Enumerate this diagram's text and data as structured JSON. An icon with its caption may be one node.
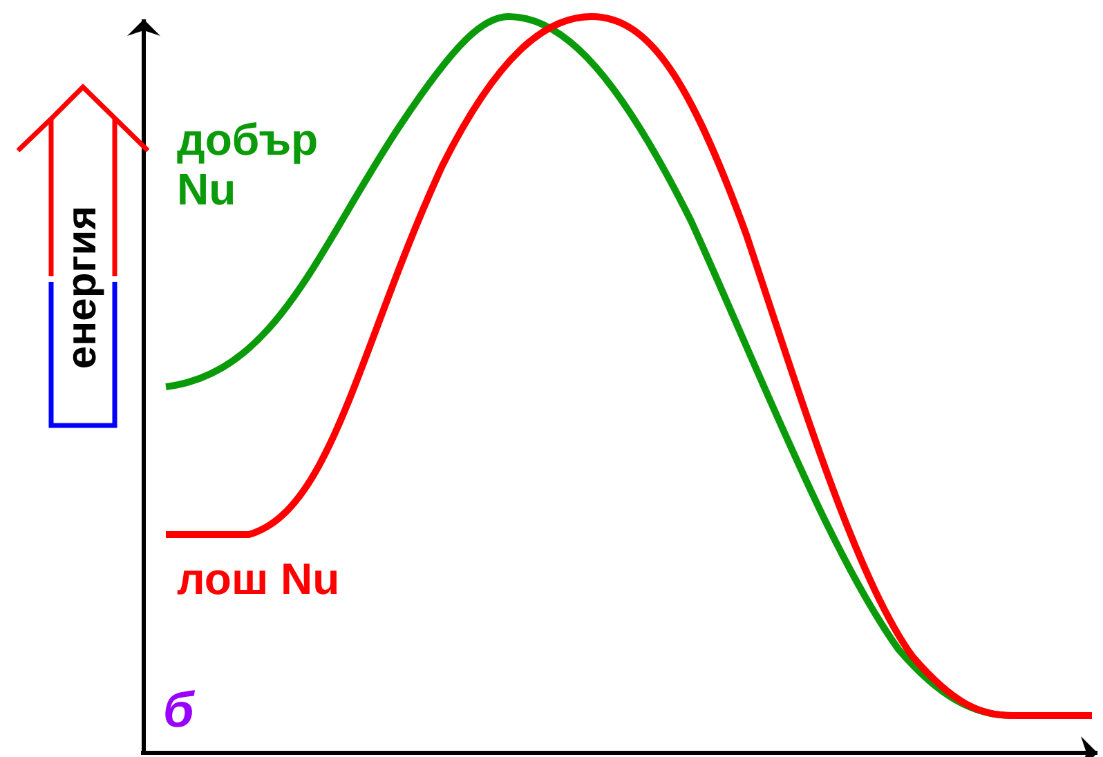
{
  "diagram": {
    "nodes": [
      {
        "text": [
          "енергия"
        ]
      }
    ],
    "labels": [
      "добър Nu",
      "лош Nu",
      "б"
    ]
  }
}
